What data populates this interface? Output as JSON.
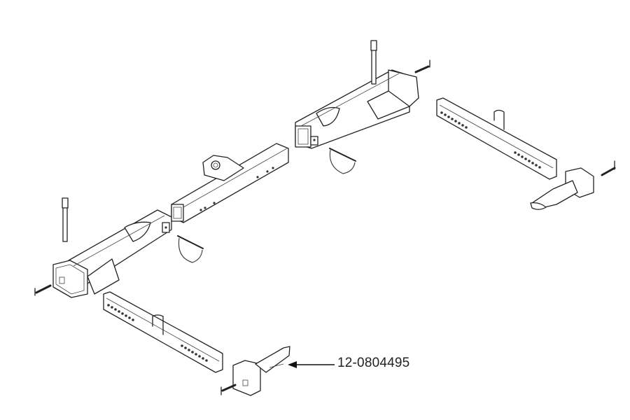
{
  "diagram": {
    "type": "exploded-parts-view",
    "callouts": [
      {
        "part_number": "12-0804495",
        "points_to": "front-right-wheel-cradle"
      }
    ]
  },
  "colors": {
    "line": "#222222",
    "background": "#ffffff"
  }
}
